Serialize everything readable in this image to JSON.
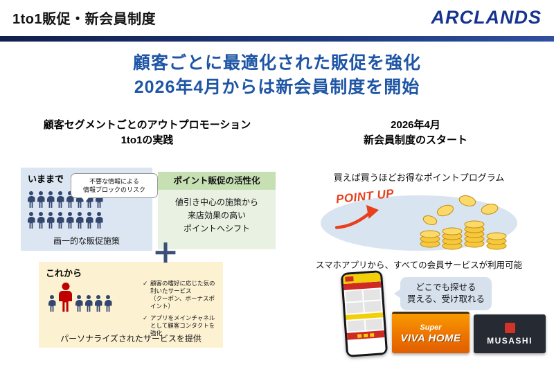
{
  "header": {
    "title": "1to1販促・新会員制度",
    "logo": "ARCLANDS"
  },
  "hero": {
    "line1": "顧客ごとに最適化された販促を強化",
    "line2": "2026年4月からは新会員制度を開始"
  },
  "left": {
    "heading_line1": "顧客セグメントごとのアウトプロモーション",
    "heading_line2": "1to1の実践",
    "imamade": {
      "label": "いままで",
      "bubble": "不要な情報による\n情報ブロックのリスク",
      "caption": "画一的な販促施策"
    },
    "point_box": {
      "title": "ポイント販促の活性化",
      "body": "値引き中心の施策から\n来店効果の高い\nポイントへシフト"
    },
    "plus": "＋",
    "korekara": {
      "label": "これから",
      "bullet1": "顧客の嗜好に応じた気の利いたサービス\n（クーポン、ボーナスポイント）",
      "bullet2": "アプリをメインチャネルとして顧客コンタクトを強化",
      "caption": "パーソナライズされたサービスを提供"
    }
  },
  "right": {
    "heading_line1": "2026年4月",
    "heading_line2": "新会員制度のスタート",
    "points_text": "買えば買うほどお得なポイントプログラム",
    "point_up": "POINT UP",
    "app_text": "スマホアプリから、すべての会員サービスが利用可能",
    "bubble": "どこでも探せる\n買える、受け取れる",
    "store1_line1": "Super",
    "store1_line2": "VIVA HOME",
    "store2": "MUSASHI"
  },
  "colors": {
    "accent_blue": "#1e55a5",
    "navy_bar": "#121f4d",
    "box_blue": "#dce6f2",
    "box_green": "#c6e0b4",
    "box_yellow": "#fcf2d2",
    "point_up_red": "#e8401c",
    "coin_gold": "#f6c83d",
    "viva_orange": "#ee7400"
  }
}
